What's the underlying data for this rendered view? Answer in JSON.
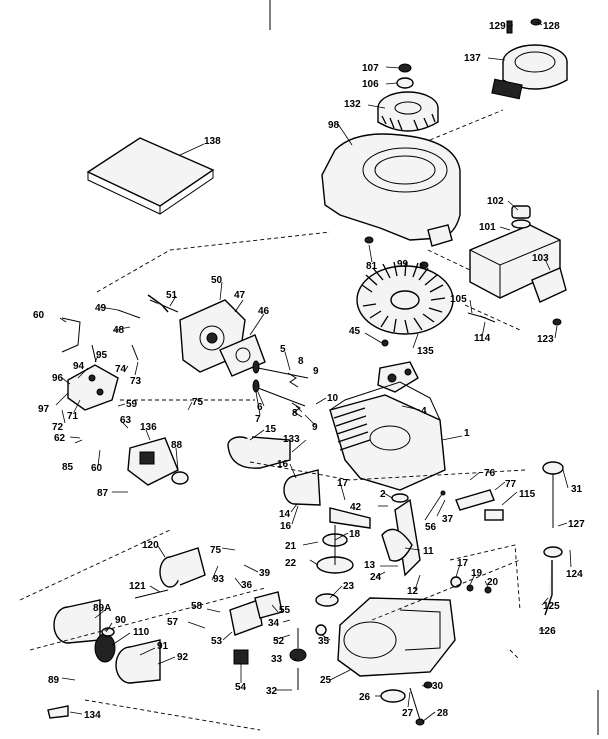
{
  "callouts": [
    {
      "id": "c129",
      "text": "129"
    },
    {
      "id": "c128",
      "text": "128"
    },
    {
      "id": "c137",
      "text": "137"
    },
    {
      "id": "c107",
      "text": "107"
    },
    {
      "id": "c106",
      "text": "106"
    },
    {
      "id": "c132",
      "text": "132"
    },
    {
      "id": "c98",
      "text": "98"
    },
    {
      "id": "c138",
      "text": "138"
    },
    {
      "id": "c102",
      "text": "102"
    },
    {
      "id": "c101",
      "text": "101"
    },
    {
      "id": "c103",
      "text": "103"
    },
    {
      "id": "c81",
      "text": "81"
    },
    {
      "id": "c99",
      "text": "99"
    },
    {
      "id": "c105",
      "text": "105"
    },
    {
      "id": "c114",
      "text": "114"
    },
    {
      "id": "c123",
      "text": "123"
    },
    {
      "id": "c50",
      "text": "50"
    },
    {
      "id": "c49",
      "text": "49"
    },
    {
      "id": "c51",
      "text": "51"
    },
    {
      "id": "c47",
      "text": "47"
    },
    {
      "id": "c48",
      "text": "48"
    },
    {
      "id": "c46",
      "text": "46"
    },
    {
      "id": "c60a",
      "text": "60"
    },
    {
      "id": "c45",
      "text": "45"
    },
    {
      "id": "c135",
      "text": "135"
    },
    {
      "id": "c5",
      "text": "5"
    },
    {
      "id": "c8a",
      "text": "8"
    },
    {
      "id": "c9a",
      "text": "9"
    },
    {
      "id": "c94",
      "text": "94"
    },
    {
      "id": "c95",
      "text": "95"
    },
    {
      "id": "c74",
      "text": "74"
    },
    {
      "id": "c73",
      "text": "73"
    },
    {
      "id": "c96",
      "text": "96"
    },
    {
      "id": "c97",
      "text": "97"
    },
    {
      "id": "c71",
      "text": "71"
    },
    {
      "id": "c72",
      "text": "72"
    },
    {
      "id": "c59",
      "text": "59"
    },
    {
      "id": "c75a",
      "text": "75"
    },
    {
      "id": "c6",
      "text": "6"
    },
    {
      "id": "c7",
      "text": "7"
    },
    {
      "id": "c10",
      "text": "10"
    },
    {
      "id": "c8b",
      "text": "8"
    },
    {
      "id": "c9b",
      "text": "9"
    },
    {
      "id": "c4",
      "text": "4"
    },
    {
      "id": "c1",
      "text": "1"
    },
    {
      "id": "c133",
      "text": "133"
    },
    {
      "id": "c15",
      "text": "15"
    },
    {
      "id": "c63",
      "text": "63"
    },
    {
      "id": "c136",
      "text": "136"
    },
    {
      "id": "c88",
      "text": "88"
    },
    {
      "id": "c62",
      "text": "62"
    },
    {
      "id": "c85",
      "text": "85"
    },
    {
      "id": "c60b",
      "text": "60"
    },
    {
      "id": "c87",
      "text": "87"
    },
    {
      "id": "c16a",
      "text": "16"
    },
    {
      "id": "c14",
      "text": "14"
    },
    {
      "id": "c16b",
      "text": "16"
    },
    {
      "id": "c17a",
      "text": "17"
    },
    {
      "id": "c2",
      "text": "2"
    },
    {
      "id": "c42",
      "text": "42"
    },
    {
      "id": "c76",
      "text": "76"
    },
    {
      "id": "c77",
      "text": "77"
    },
    {
      "id": "c115",
      "text": "115"
    },
    {
      "id": "c37",
      "text": "37"
    },
    {
      "id": "c56",
      "text": "56"
    },
    {
      "id": "c31",
      "text": "31"
    },
    {
      "id": "c127",
      "text": "127"
    },
    {
      "id": "c124",
      "text": "124"
    },
    {
      "id": "c18",
      "text": "18"
    },
    {
      "id": "c21",
      "text": "21"
    },
    {
      "id": "c22",
      "text": "22"
    },
    {
      "id": "c120",
      "text": "120"
    },
    {
      "id": "c75b",
      "text": "75"
    },
    {
      "id": "c11",
      "text": "11"
    },
    {
      "id": "c13",
      "text": "13"
    },
    {
      "id": "c24",
      "text": "24"
    },
    {
      "id": "c17b",
      "text": "17"
    },
    {
      "id": "c19",
      "text": "19"
    },
    {
      "id": "c20",
      "text": "20"
    },
    {
      "id": "c12",
      "text": "12"
    },
    {
      "id": "c39",
      "text": "39"
    },
    {
      "id": "c36",
      "text": "36"
    },
    {
      "id": "c93",
      "text": "93"
    },
    {
      "id": "c121",
      "text": "121"
    },
    {
      "id": "c23",
      "text": "23"
    },
    {
      "id": "c58",
      "text": "58"
    },
    {
      "id": "c57",
      "text": "57"
    },
    {
      "id": "c89a",
      "text": "89A"
    },
    {
      "id": "c90",
      "text": "90"
    },
    {
      "id": "c110",
      "text": "110"
    },
    {
      "id": "c91",
      "text": "91"
    },
    {
      "id": "c92",
      "text": "92"
    },
    {
      "id": "c53",
      "text": "53"
    },
    {
      "id": "c55",
      "text": "55"
    },
    {
      "id": "c34",
      "text": "34"
    },
    {
      "id": "c52",
      "text": "52"
    },
    {
      "id": "c35",
      "text": "35"
    },
    {
      "id": "c125",
      "text": "125"
    },
    {
      "id": "c126",
      "text": "126"
    },
    {
      "id": "c33",
      "text": "33"
    },
    {
      "id": "c54",
      "text": "54"
    },
    {
      "id": "c25",
      "text": "25"
    },
    {
      "id": "c89",
      "text": "89"
    },
    {
      "id": "c32",
      "text": "32"
    },
    {
      "id": "c30",
      "text": "30"
    },
    {
      "id": "c26",
      "text": "26"
    },
    {
      "id": "c27",
      "text": "27"
    },
    {
      "id": "c28",
      "text": "28"
    },
    {
      "id": "c134",
      "text": "134"
    }
  ]
}
